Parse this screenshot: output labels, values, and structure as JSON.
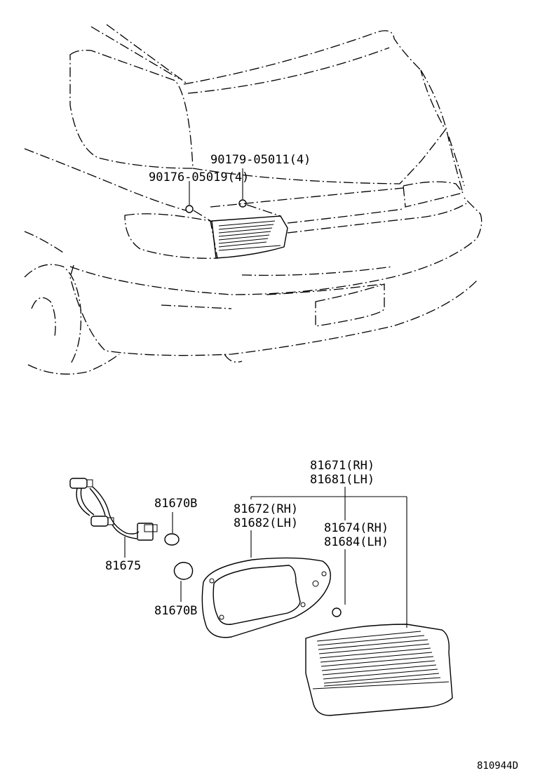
{
  "labels": {
    "screw_upper": "90179-05011(4)",
    "screw_lower": "90176-05019(4)",
    "lamp_assy_rh": "81671(RH)",
    "lamp_assy_lh": "81681(LH)",
    "bulb_upper": "81670B",
    "socket_wire": "81675",
    "bulb_lower": "81670B",
    "gasket_rh": "81672(RH)",
    "gasket_lh": "81682(LH)",
    "nut_rh": "81674(RH)",
    "nut_lh": "81684(LH)",
    "figure_code": "810944D"
  }
}
